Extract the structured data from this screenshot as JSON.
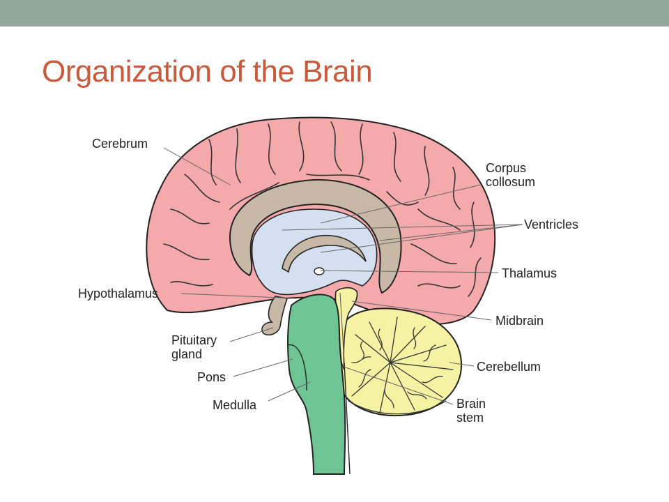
{
  "slide": {
    "title": "Organization of the Brain"
  },
  "diagram": {
    "labels": {
      "cerebrum": "Cerebrum",
      "corpus_collosum_1": "Corpus",
      "corpus_collosum_2": "collosum",
      "ventricles": "Ventricles",
      "thalamus": "Thalamus",
      "hypothalamus": "Hypothalamus",
      "midbrain": "Midbrain",
      "pituitary_1": "Pituitary",
      "pituitary_2": "gland",
      "cerebellum": "Cerebellum",
      "pons": "Pons",
      "brain_stem_1": "Brain",
      "brain_stem_2": "stem",
      "medulla": "Medulla"
    },
    "colors": {
      "cerebrum": "#f4a9aa",
      "corpus_collosum": "#c8b9a6",
      "ventricles": "#d4dff0",
      "cerebellum": "#f6f2a4",
      "brain_stem": "#6fc494",
      "top_bar": "#94a79b",
      "title": "#c85a3e"
    }
  }
}
